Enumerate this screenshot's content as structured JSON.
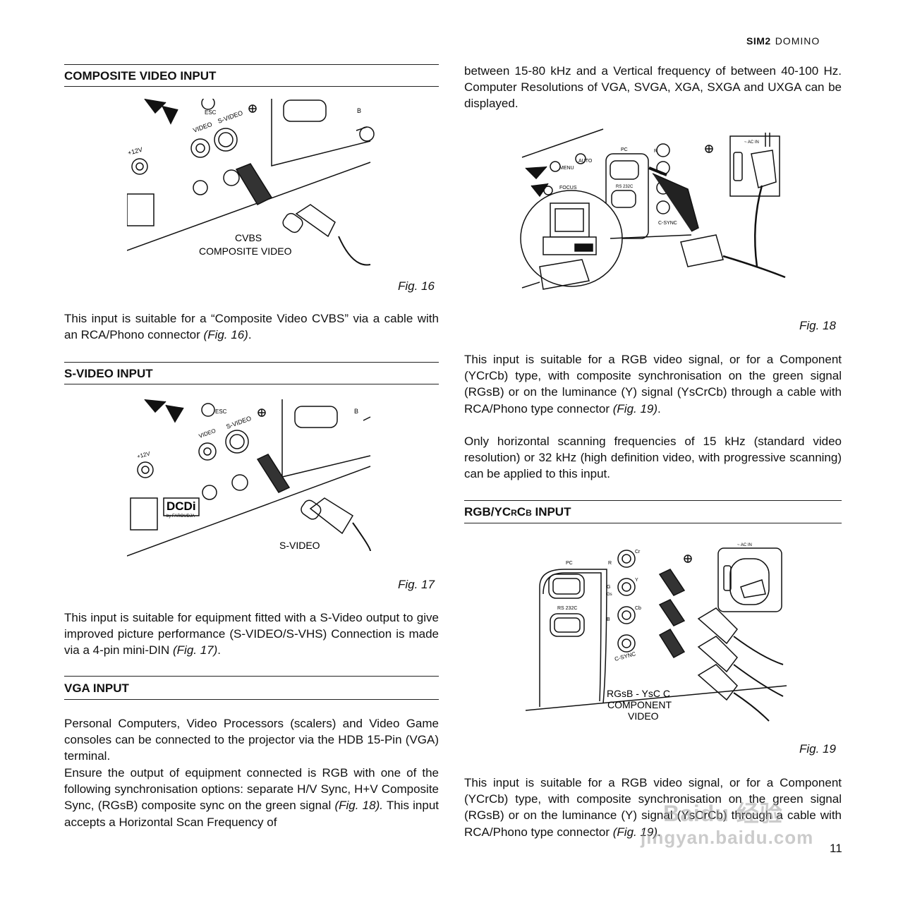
{
  "header": {
    "brand_bold": "SIM2",
    "brand_light": "DOMINO"
  },
  "left": {
    "composite": {
      "heading": "COMPOSITE VIDEO INPUT",
      "figure_caption_line1": "CVBS",
      "figure_caption_line2": "COMPOSITE VIDEO",
      "fig_label": "Fig. 16",
      "text": "This input is suitable for a “Composite Video CVBS” via a cable with an RCA/Phono connector",
      "ref": "(Fig. 16)",
      "end": "."
    },
    "svideo": {
      "heading": "S-VIDEO INPUT",
      "figure_caption": "S-VIDEO",
      "fig_label": "Fig. 17",
      "text": "This input is suitable for equipment fitted with a S-Video output to give improved picture performance (S-VIDEO/S-VHS) Connection is made via a 4-pin mini-DIN",
      "ref": "(Fig. 17)",
      "end": "."
    },
    "vga": {
      "heading": "VGA INPUT",
      "text1": "Personal Computers, Video Processors (scalers) and Video Game consoles can be connected to the projector via the HDB 15-Pin (VGA) terminal.",
      "text2a": "Ensure the output of equipment connected is RGB with one of the following synchronisation options: separate H/V Sync, H+V Composite Sync, (RGsB) composite sync on the green signal",
      "ref": "(Fig. 18).",
      "text2b": "This input accepts a Horizontal Scan Frequency of"
    }
  },
  "right": {
    "vga_cont": "between 15-80 kHz and a Vertical frequency of between 40-100 Hz. Computer Resolutions of VGA, SVGA, XGA, SXGA and UXGA can be displayed.",
    "fig18_label": "Fig. 18",
    "rgb_para1": "This input is suitable for a RGB video signal, or for a Component (YCrCb) type, with composite synchronisation on the green signal (RGsB) or on the luminance (Y) signal (YsCrCb) through a cable with RCA/Phono type connector",
    "rgb_para1_ref": "(Fig. 19)",
    "rgb_para1_end": ".",
    "rgb_para2": "Only horizontal scanning frequencies of 15 kHz (standard video resolution) or 32 kHz (high definition video, with progressive scanning) can be applied to this input.",
    "rgb_heading_main": "RGB/YC",
    "rgb_heading_sub1": "R",
    "rgb_heading_mid": "C",
    "rgb_heading_sub2": "B",
    "rgb_heading_tail": " INPUT",
    "fig19_caption_line1": "RGsB - YsC  C",
    "fig19_caption_line2": "COMPONENT",
    "fig19_caption_line3": "VIDEO",
    "fig19_label": "Fig. 19",
    "rgb_para3": "This input is suitable for a RGB video signal, or for a Component (YCrCb) type, with composite synchronisation on the green signal (RGsB) or on the luminance (Y) signal (YsCrCb) through a cable with RCA/Phono type connector",
    "rgb_para3_ref": "(Fig. 19)",
    "rgb_para3_end": ".",
    "page_number": "11"
  },
  "figure_text": {
    "esc": "ESC",
    "focus": "FOCUS",
    "video": "VIDEO",
    "svideo": "S-VIDEO",
    "plus12v": "+12V",
    "b": "B",
    "dcdi": "DCDi",
    "faroudja": "by FAROUDJA",
    "menu": "MENU",
    "auto": "AUTO",
    "pc": "PC",
    "rs232c": "RS 232C",
    "r": "R",
    "g": "G",
    "gs": "Gs",
    "cr": "Cr",
    "y": "Y",
    "cb": "Cb",
    "csync": "C-SYNC",
    "acin": "~ AC IN"
  },
  "watermark": {
    "line1": "Baidu 经验",
    "line2": "jingyan.baidu.com"
  }
}
